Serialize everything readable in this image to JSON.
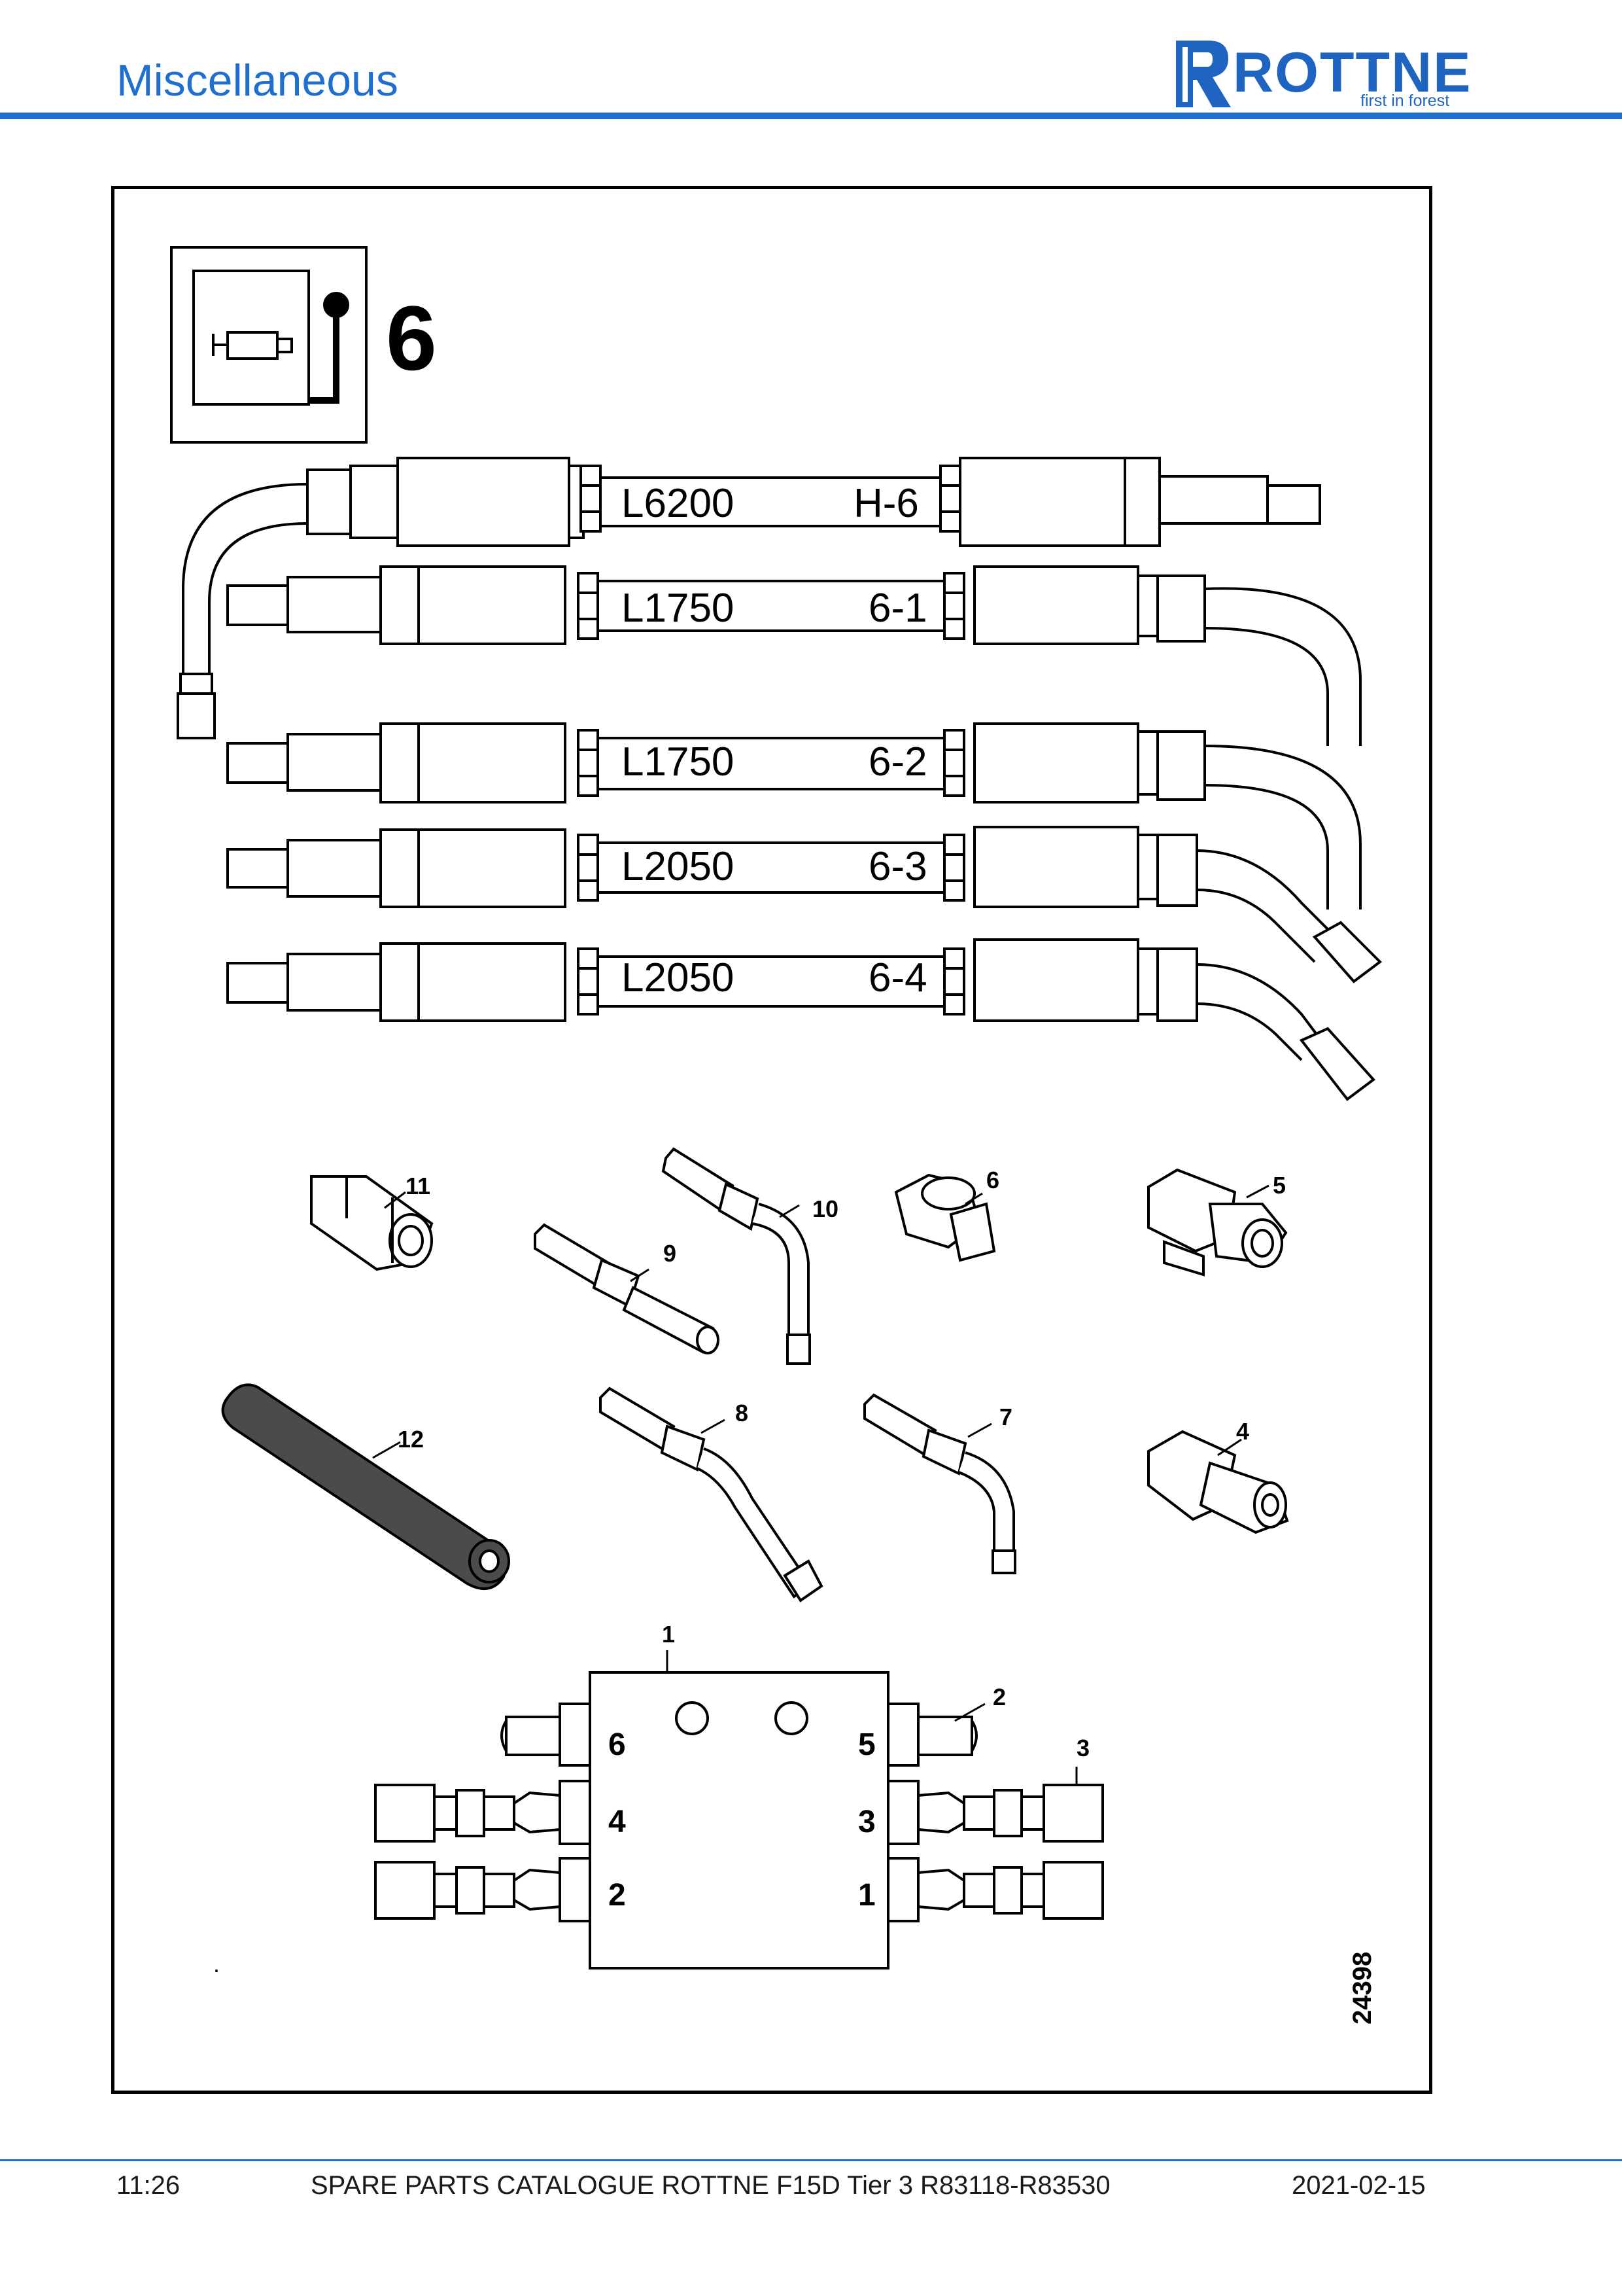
{
  "header": {
    "title": "Miscellaneous"
  },
  "logo": {
    "brand": "ROTTNE",
    "tagline": "first in forest",
    "color": "#2064c2"
  },
  "accent_color": "#1f6fd1",
  "drawing": {
    "group_number": "6",
    "hoses": [
      {
        "length": "L6200",
        "id": "H-6"
      },
      {
        "length": "L1750",
        "id": "6-1"
      },
      {
        "length": "L1750",
        "id": "6-2"
      },
      {
        "length": "L2050",
        "id": "6-3"
      },
      {
        "length": "L2050",
        "id": "6-4"
      }
    ],
    "callouts": [
      "11",
      "10",
      "9",
      "6",
      "5",
      "12",
      "8",
      "7",
      "4",
      "1",
      "2",
      "3"
    ],
    "block_ports": [
      "6",
      "5",
      "4",
      "3",
      "2",
      "1"
    ],
    "figure_number": "24398",
    "dot": "."
  },
  "footer": {
    "page": "11:26",
    "catalogue": "SPARE PARTS CATALOGUE ROTTNE F15D Tier 3 R83118-R83530",
    "date": "2021-02-15"
  }
}
